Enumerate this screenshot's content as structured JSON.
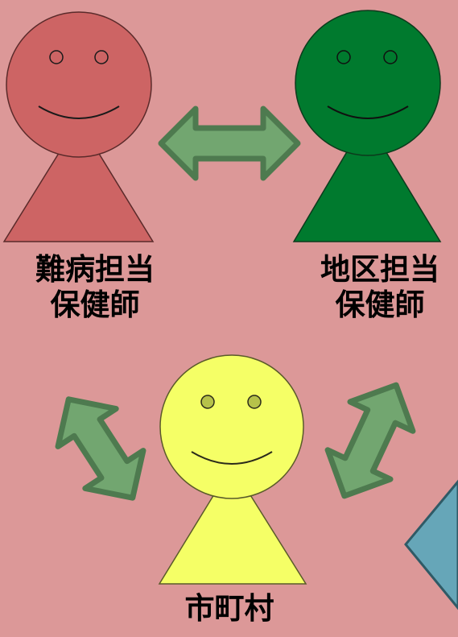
{
  "figures": [
    {
      "id": "nanbyo",
      "color": "#cd6464"
    },
    {
      "id": "chiku",
      "color": "#007a2e"
    },
    {
      "id": "city",
      "color": "#f5ff66"
    }
  ],
  "labels": {
    "nanbyo": {
      "line1": "難病担当",
      "line2": "保健師"
    },
    "chiku": {
      "line1": "地区担当",
      "line2": "保健師"
    },
    "city": {
      "line1": "市町村"
    }
  },
  "colors": {
    "background": "#dc9898",
    "arrow_fill": "#72a670",
    "arrow_stroke": "#4e7a4f",
    "partial_shape": "#66a6b8"
  }
}
